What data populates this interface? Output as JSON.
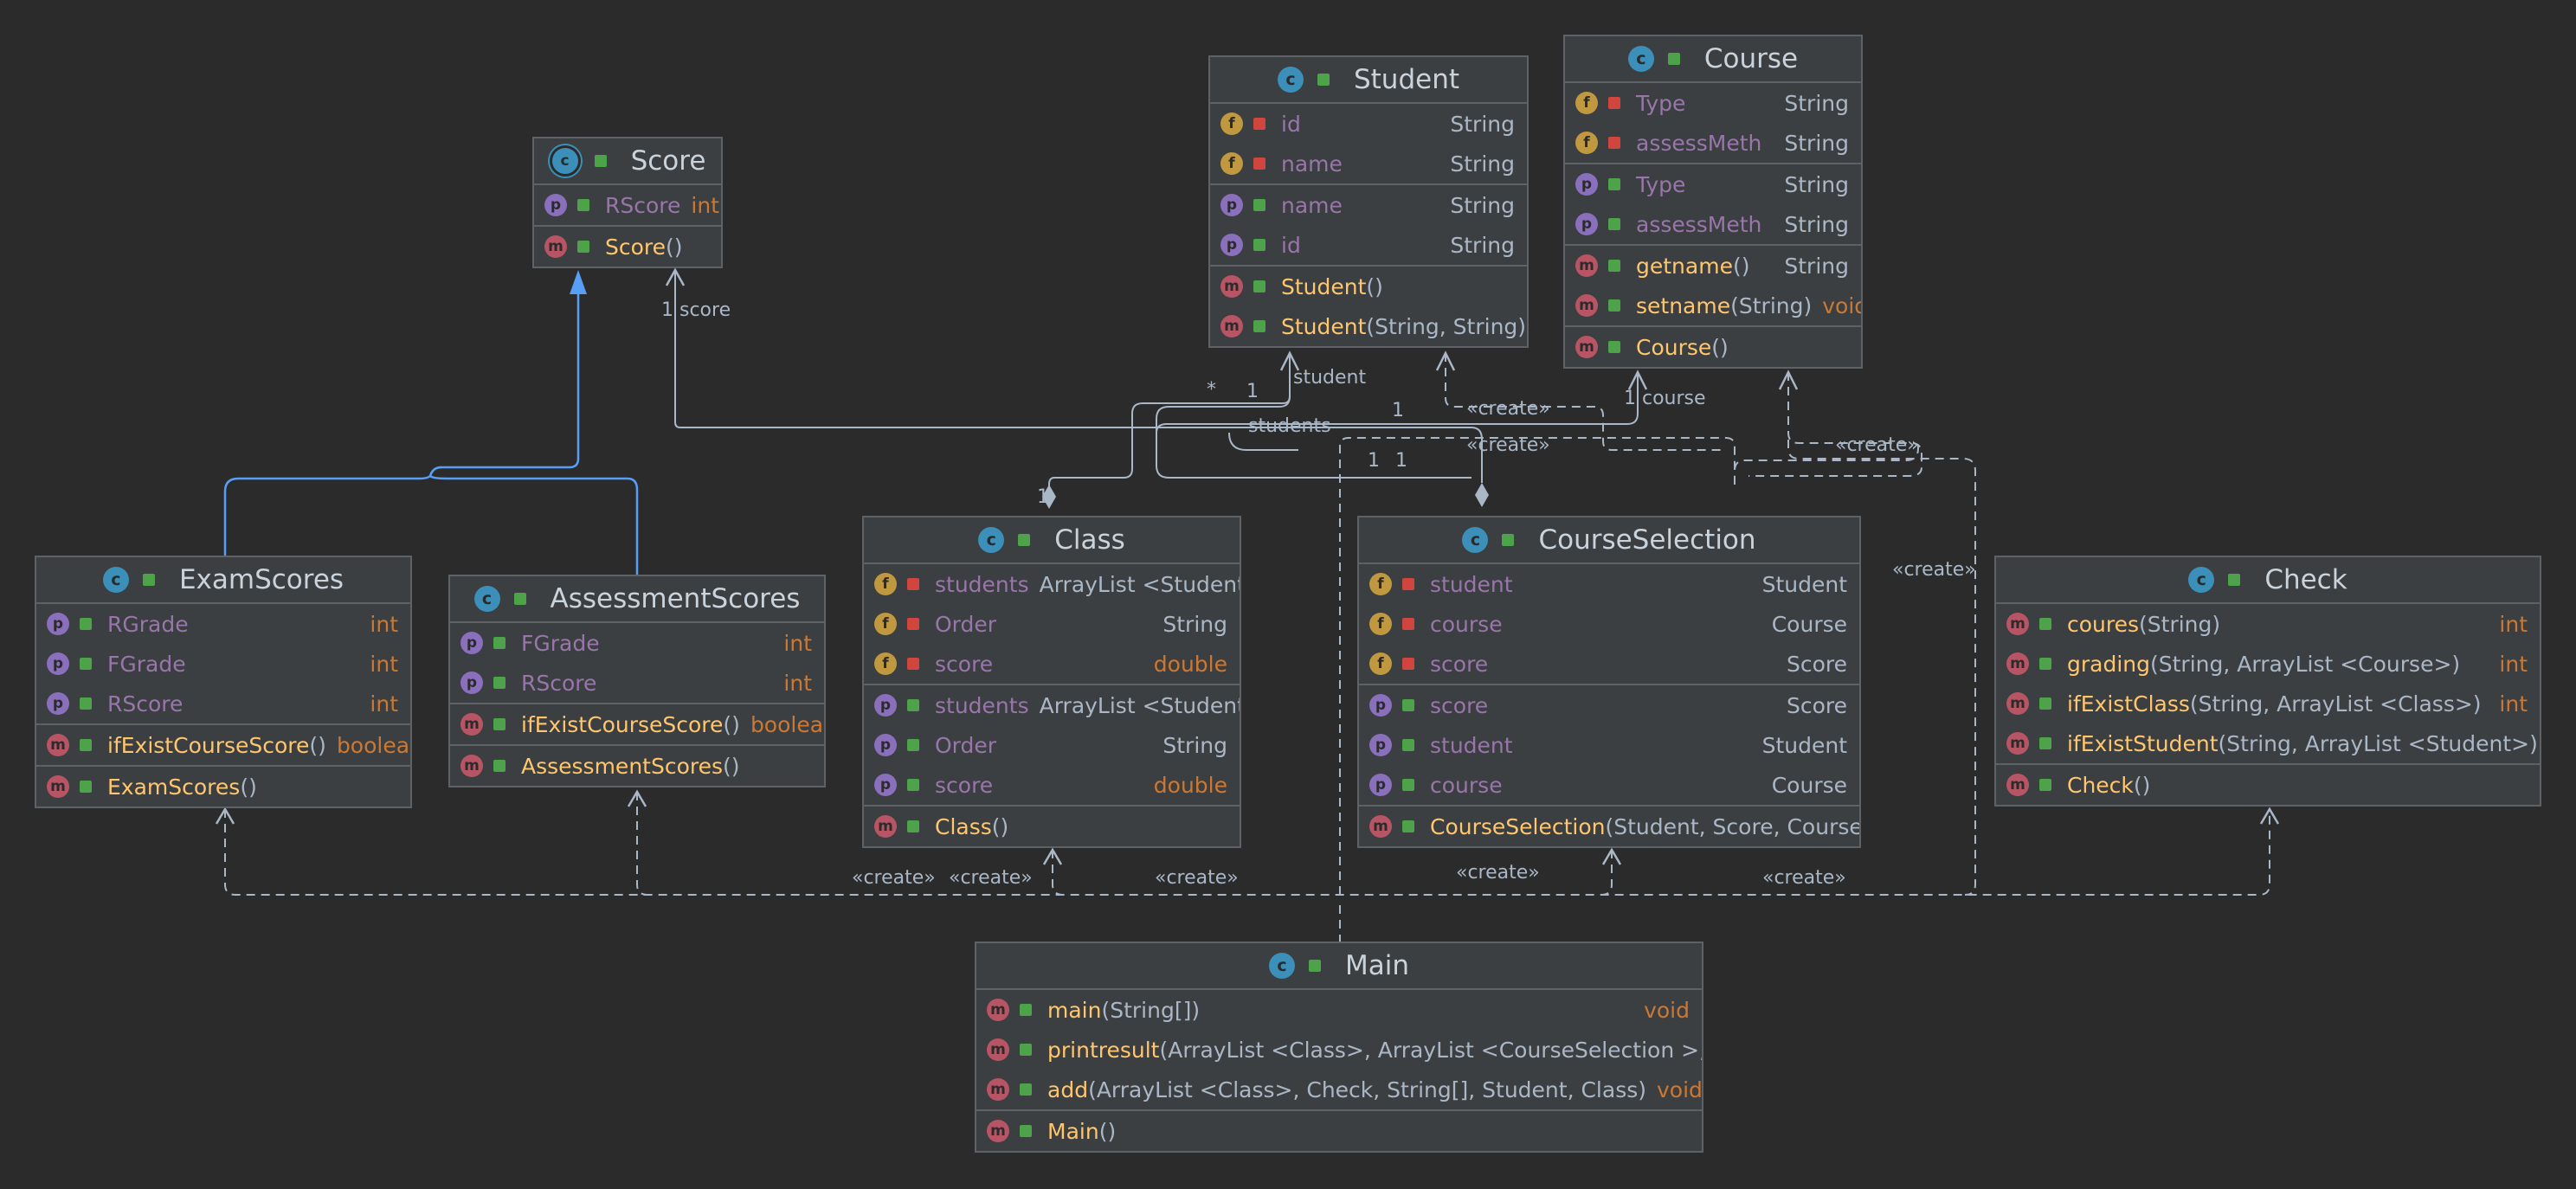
{
  "colors": {
    "background": "#2b2b2b",
    "box_background": "#3c3f41",
    "box_border": "#5e6165",
    "field_name": "#9876aa",
    "method_name": "#ffc66d",
    "keyword_type": "#cc7832",
    "inheritance_line": "#589df6",
    "association_line": "#a9b7c6"
  },
  "classes": {
    "score": {
      "title": "Score",
      "icon": "abstract-class-icon",
      "rows": [
        {
          "kind": "p",
          "name": "RScore",
          "type": "int",
          "type_kw": true
        },
        {
          "kind": "m",
          "name": "Score",
          "args": "()"
        }
      ]
    },
    "student": {
      "title": "Student",
      "icon": "class-icon",
      "fields": [
        {
          "kind": "f",
          "name": "id",
          "type": "String"
        },
        {
          "kind": "f",
          "name": "name",
          "type": "String"
        }
      ],
      "props": [
        {
          "kind": "p",
          "name": "name",
          "type": "String"
        },
        {
          "kind": "p",
          "name": "id",
          "type": "String"
        }
      ],
      "methods": [
        {
          "kind": "m",
          "name": "Student",
          "args": "()"
        },
        {
          "kind": "m",
          "name": "Student",
          "args": "(String, String)"
        }
      ]
    },
    "course": {
      "title": "Course",
      "icon": "class-icon",
      "fields": [
        {
          "kind": "f",
          "name": "Type",
          "type": "String"
        },
        {
          "kind": "f",
          "name": "assessMeth",
          "type": "String"
        }
      ],
      "props": [
        {
          "kind": "p",
          "name": "Type",
          "type": "String"
        },
        {
          "kind": "p",
          "name": "assessMeth",
          "type": "String"
        }
      ],
      "methods": [
        {
          "kind": "m",
          "name": "getname",
          "args": "()",
          "type": "String"
        },
        {
          "kind": "m",
          "name": "setname",
          "args": "(String)",
          "type": "void",
          "type_kw": true
        }
      ],
      "ctors": [
        {
          "kind": "m",
          "name": "Course",
          "args": "()"
        }
      ]
    },
    "exam": {
      "title": "ExamScores",
      "icon": "class-icon",
      "props": [
        {
          "kind": "p",
          "name": "RGrade",
          "type": "int",
          "type_kw": true
        },
        {
          "kind": "p",
          "name": "FGrade",
          "type": "int",
          "type_kw": true
        },
        {
          "kind": "p",
          "name": "RScore",
          "type": "int",
          "type_kw": true
        }
      ],
      "methods": [
        {
          "kind": "m",
          "name": "ifExistCourseScore",
          "args": " ()",
          "type": "boolean",
          "type_kw": true
        }
      ],
      "ctors": [
        {
          "kind": "m",
          "name": "ExamScores",
          "args": " ()"
        }
      ]
    },
    "assess": {
      "title": "AssessmentScores",
      "icon": "class-icon",
      "props": [
        {
          "kind": "p",
          "name": "FGrade",
          "type": "int",
          "type_kw": true
        },
        {
          "kind": "p",
          "name": "RScore",
          "type": "int",
          "type_kw": true
        }
      ],
      "methods": [
        {
          "kind": "m",
          "name": "ifExistCourseScore",
          "args": " ()",
          "type": "boolean",
          "type_kw": true
        }
      ],
      "ctors": [
        {
          "kind": "m",
          "name": "AssessmentScores",
          "args": " ()"
        }
      ]
    },
    "klass": {
      "title": "Class",
      "icon": "class-icon",
      "fields": [
        {
          "kind": "f",
          "name": "students",
          "type": "ArrayList <Student>"
        },
        {
          "kind": "f",
          "name": "Order",
          "type": "String"
        },
        {
          "kind": "f",
          "name": "score",
          "type": "double",
          "type_kw": true
        }
      ],
      "props": [
        {
          "kind": "p",
          "name": "students",
          "type": "ArrayList <Student>"
        },
        {
          "kind": "p",
          "name": "Order",
          "type": "String"
        },
        {
          "kind": "p",
          "name": "score",
          "type": "double",
          "type_kw": true
        }
      ],
      "methods": [
        {
          "kind": "m",
          "name": "Class",
          "args": "()"
        }
      ]
    },
    "selection": {
      "title": "CourseSelection",
      "icon": "class-icon",
      "fields": [
        {
          "kind": "f",
          "name": "student",
          "type": "Student"
        },
        {
          "kind": "f",
          "name": "course",
          "type": "Course"
        },
        {
          "kind": "f",
          "name": "score",
          "type": "Score"
        }
      ],
      "props": [
        {
          "kind": "p",
          "name": "score",
          "type": "Score"
        },
        {
          "kind": "p",
          "name": "student",
          "type": "Student"
        },
        {
          "kind": "p",
          "name": "course",
          "type": "Course"
        }
      ],
      "methods": [
        {
          "kind": "m",
          "name": "CourseSelection",
          "args": " (Student, Score, Course)"
        }
      ]
    },
    "check": {
      "title": "Check",
      "icon": "class-icon",
      "methods": [
        {
          "kind": "m",
          "name": "coures",
          "args": "(String)",
          "type": "int",
          "type_kw": true
        },
        {
          "kind": "m",
          "name": "grading",
          "args": "(String, ArrayList <Course>)",
          "type": "int",
          "type_kw": true
        },
        {
          "kind": "m",
          "name": "ifExistClass",
          "args": "(String, ArrayList <Class>)",
          "type": "int",
          "type_kw": true
        },
        {
          "kind": "m",
          "name": "ifExistStudent",
          "args": " (String, ArrayList <Student>)",
          "type": "int",
          "type_kw": true
        }
      ],
      "ctors": [
        {
          "kind": "m",
          "name": "Check",
          "args": "()"
        }
      ]
    },
    "main": {
      "title": "Main",
      "icon": "main-class-icon",
      "methods": [
        {
          "kind": "m",
          "name": "main",
          "args": "(String[])",
          "type": "void",
          "type_kw": true
        },
        {
          "kind": "m",
          "name": "printresult",
          "args": " (ArrayList <Class>, ArrayList <CourseSelection >, ArrayLi"
        },
        {
          "kind": "m",
          "name": "add",
          "args": "(ArrayList <Class>, Check, String[], Student, Class)",
          "type": "void",
          "type_kw": true
        }
      ],
      "ctors": [
        {
          "kind": "m",
          "name": "Main",
          "args": "()"
        }
      ]
    }
  },
  "labels": {
    "score_mult": "1 score",
    "student_star": "*",
    "student_one": "1",
    "student_role": "student",
    "students_role": "students",
    "course_mult": "1 course",
    "one_a": "1",
    "one_b": "1",
    "one_c": "1",
    "one_d": "1",
    "create": "«create»"
  }
}
